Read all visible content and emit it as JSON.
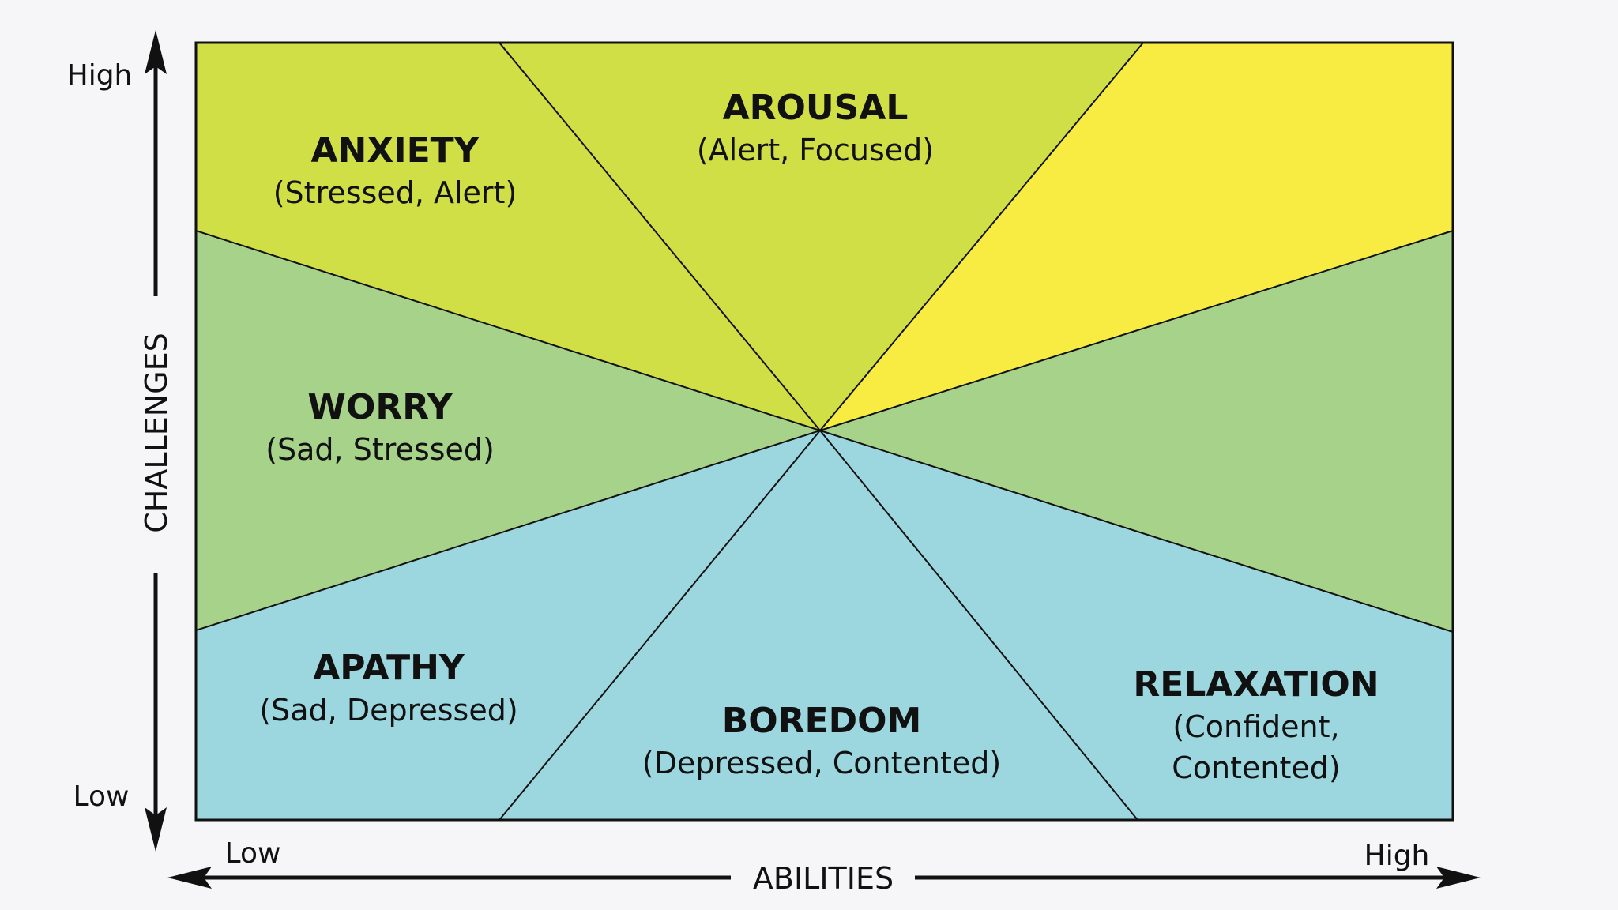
{
  "colors": {
    "background": "#f6f5f8",
    "yellow_green": "#d0df45",
    "yellow": "#f8ec42",
    "green": "#a7d289",
    "blue": "#9cd7e0",
    "stroke": "#111111"
  },
  "zones": {
    "anxiety": {
      "title": "ANXIETY",
      "sub": "(Stressed, Alert)"
    },
    "arousal": {
      "title": "AROUSAL",
      "sub": "(Alert, Focused)"
    },
    "worry": {
      "title": "WORRY",
      "sub": "(Sad, Stressed)"
    },
    "apathy": {
      "title": "APATHY",
      "sub": "(Sad, Depressed)"
    },
    "boredom": {
      "title": "BOREDOM",
      "sub": "(Depressed, Contented)"
    },
    "relaxation": {
      "title": "RELAXATION",
      "sub_line1": "(Confident,",
      "sub_line2": "Contented)"
    }
  },
  "y_axis": {
    "title": "CHALLENGES",
    "high": "High",
    "low": "Low"
  },
  "x_axis": {
    "title": "ABILITIES",
    "high": "High",
    "low": "Low"
  }
}
